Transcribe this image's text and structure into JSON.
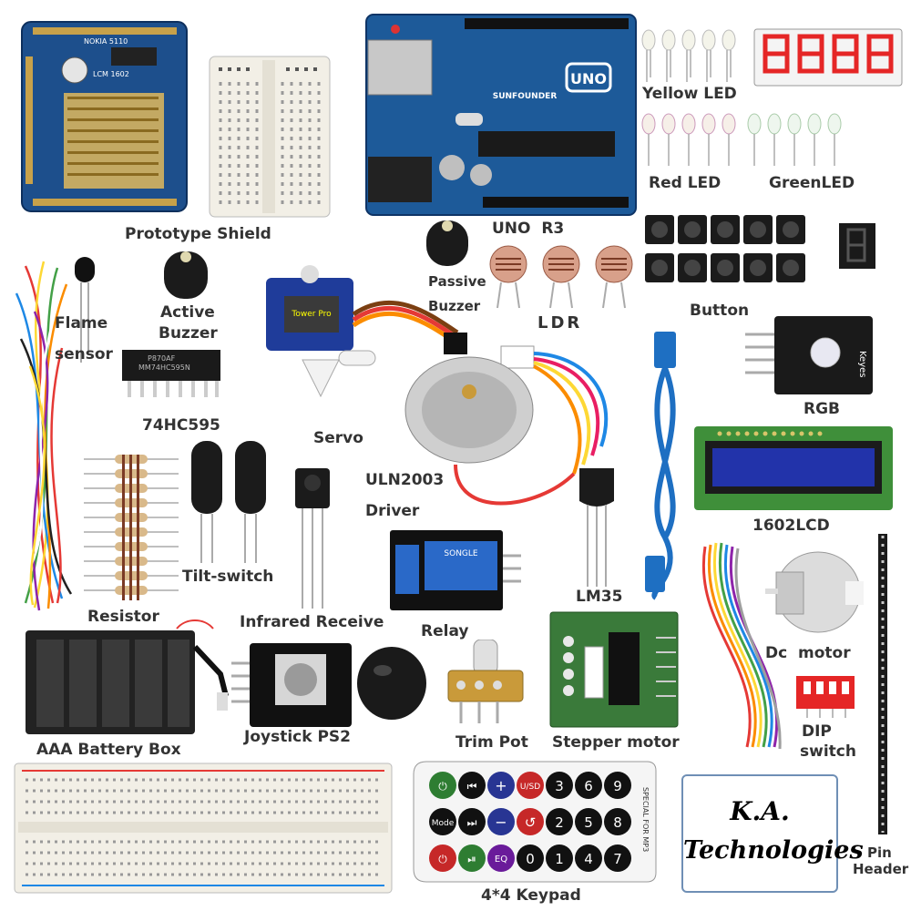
{
  "labels": {
    "prototype_shield": "Prototype Shield",
    "uno_r3": "UNO  R3",
    "yellow_led": "Yellow LED",
    "red_led": "Red LED",
    "green_led": "GreenLED",
    "passive_buzzer_1": "Passive",
    "passive_buzzer_2": "Buzzer",
    "ldr": "LDR",
    "button": "Button",
    "flame_sensor_1": "Flame",
    "flame_sensor_2": "sensor",
    "active_buzzer_1": "Active",
    "active_buzzer_2": "Buzzer",
    "ic_74hc595": "74HC595",
    "servo": "Servo",
    "rgb": "RGB",
    "uln2003_1": "ULN2003",
    "uln2003_2": "Driver",
    "lcd_1602": "1602LCD",
    "tilt_switch": "Tilt-switch",
    "resistor": "Resistor",
    "lm35": "LM35",
    "infrared_receive": "Infrared Receive",
    "relay": "Relay",
    "dc_motor": "Dc  motor",
    "aaa_battery_box": "AAA Battery Box",
    "joystick_ps2": "Joystick PS2",
    "trim_pot": "Trim Pot",
    "stepper_motor": "Stepper motor",
    "dip_switch_1": "DIP",
    "dip_switch_2": "switch",
    "keypad": "4*4 Keypad",
    "pin_header_1": "Pin",
    "pin_header_2": "Header"
  },
  "board_text": {
    "uno_brand": "UNO",
    "sunfounder": "SUNFOUNDER",
    "nokia": "NOKIA 5110",
    "lcm": "LCM 1602",
    "servo_brand": "Tower Pro",
    "relay_brand": "SONGLE",
    "rgb_keyes": "Keyes",
    "remote_side": "SPECIAL FOR MP3"
  },
  "remote": {
    "row1": [
      "⏻",
      "⏮",
      "+",
      "U/SD",
      "3",
      "6",
      "9"
    ],
    "row2": [
      "Mode",
      "⏭",
      "−",
      "↺",
      "2",
      "5",
      "8"
    ],
    "row3": [
      "⏻",
      "⏯",
      "EQ",
      "0",
      "1",
      "4",
      "7"
    ]
  },
  "logo": {
    "line1": "K.A.",
    "line2": "Technologies"
  },
  "colors": {
    "pcb_blue": "#1d5a99",
    "breadboard": "#f2efe6",
    "label_text": "#333333",
    "lcd_blue": "#2233aa",
    "led_red": "#e52626",
    "logo_border": "#6f8fb5"
  }
}
